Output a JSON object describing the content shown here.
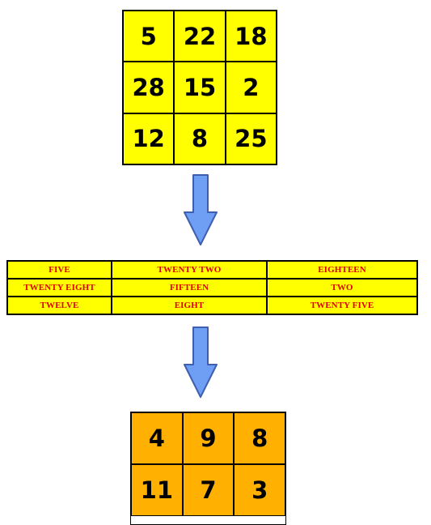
{
  "top_grid": {
    "rows": [
      [
        "5",
        "22",
        "18"
      ],
      [
        "28",
        "15",
        "2"
      ],
      [
        "12",
        "8",
        "25"
      ]
    ],
    "fill_color": "#ffff00"
  },
  "word_table": {
    "rows": [
      [
        "FIVE",
        "TWENTY TWO",
        "EIGHTEEN"
      ],
      [
        "TWENTY EIGHT",
        "FIFTEEN",
        "TWO"
      ],
      [
        "TWELVE",
        "EIGHT",
        "TWENTY FIVE"
      ]
    ],
    "fill_color": "#ffff00",
    "text_color": "#e00000"
  },
  "bottom_grid": {
    "rows": [
      [
        "4",
        "9",
        "8"
      ],
      [
        "11",
        "7",
        "3"
      ]
    ],
    "fill_color": "#ffb000"
  },
  "arrows": {
    "icon": "down-arrow-icon",
    "color": "#6f9ef5"
  }
}
